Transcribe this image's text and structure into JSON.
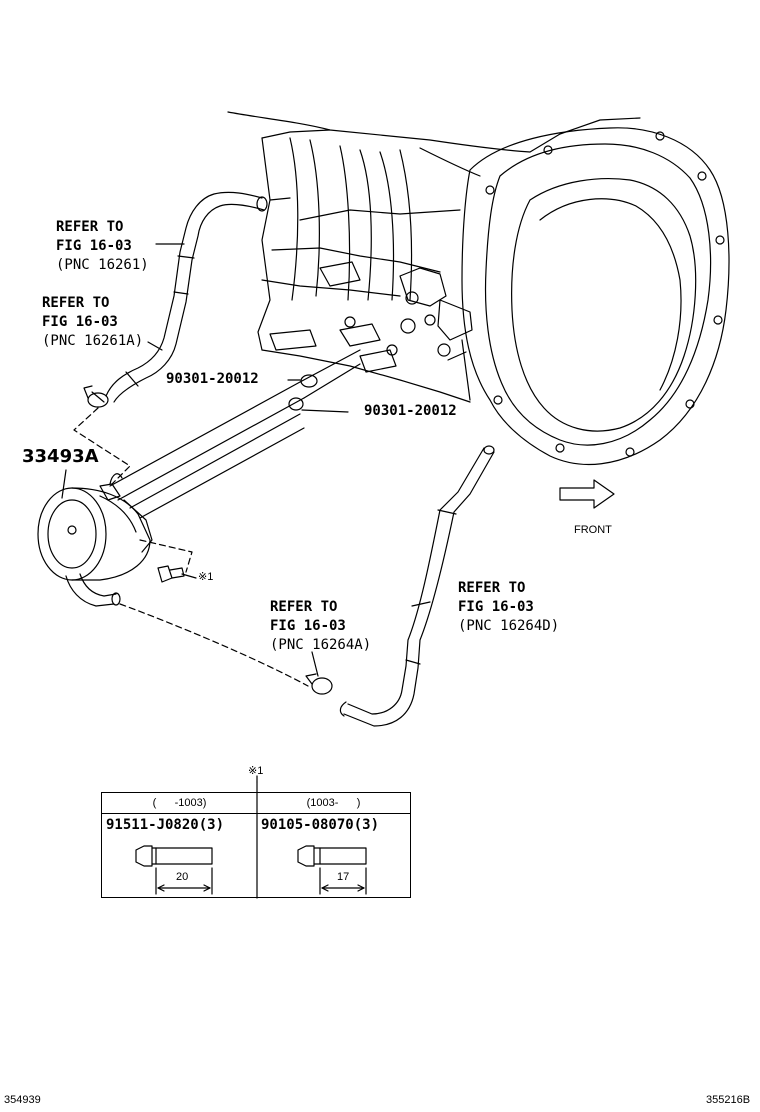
{
  "labels": {
    "refer_top": [
      "REFER TO",
      "FIG 16-03",
      "(PNC 16261)"
    ],
    "refer_left": [
      "REFER TO",
      "FIG 16-03",
      "(PNC 16261A)"
    ],
    "refer_bottom_left": [
      "REFER TO",
      "FIG 16-03",
      "(PNC 16264A)"
    ],
    "refer_right": [
      "REFER TO",
      "FIG 16-03",
      "(PNC 16264D)"
    ],
    "part_oring_1": "90301-20012",
    "part_oring_2": "90301-20012",
    "part_cooler": "33493A",
    "bolt_ref": "※1",
    "front": "FRONT",
    "table_ref": "※1",
    "code_left": "354939",
    "code_right": "355216B"
  },
  "table": {
    "left": {
      "header": "(      -1003)",
      "part": "91511-J0820(3)",
      "dimension": "20"
    },
    "right": {
      "header": "(1003-      )",
      "part": "90105-08070(3)",
      "dimension": "17"
    }
  }
}
